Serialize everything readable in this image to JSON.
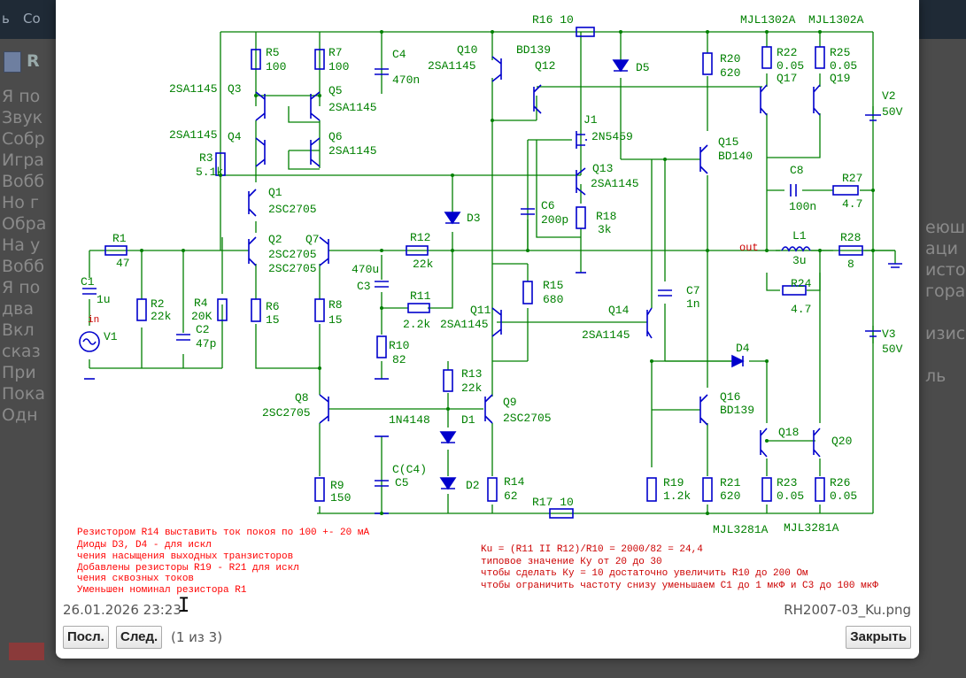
{
  "background": {
    "nav_items": [
      "ь",
      "Со"
    ],
    "doc_title_letter": "R",
    "left_lines": [
      "Я по",
      "Звук",
      "Собр",
      "Игра",
      "Вобб",
      "Но г",
      "Обра",
      "На у",
      "Вобб",
      "Я по",
      "два",
      "Вкл",
      "сказ",
      "При",
      "Пока",
      "Одн"
    ],
    "right_lines": [
      "еюш",
      "аци",
      "исто",
      "гора",
      "изис",
      "ль"
    ]
  },
  "viewer": {
    "date": "26.01.2026 23:23",
    "filename": "RH2007-03_Ku.png",
    "prev_label": "Посл.",
    "next_label": "След.",
    "counter": "(1 из 3)",
    "close_label": "Закрыть"
  },
  "schematic": {
    "colors": {
      "wire": "#008000",
      "component": "#0000cc",
      "label": "#008000",
      "note": "#ff0000",
      "formula": "#cc0000"
    },
    "labels": {
      "r16": "R16  10",
      "r17": "R17  10",
      "mjl1302a_1": "MJL1302A",
      "mjl1302a_2": "MJL1302A",
      "mjl3281a_1": "MJL3281A",
      "mjl3281a_2": "MJL3281A",
      "r5": "R5",
      "r5v": "100",
      "r7": "R7",
      "r7v": "100",
      "c4": "C4",
      "c4v": "470n",
      "q10": "Q10",
      "q10t": "2SA1145",
      "bd139": "BD139",
      "q12": "Q12",
      "d5": "D5",
      "r20": "R20",
      "r20v": "620",
      "r22": "R22",
      "r22v": "0.05",
      "r25": "R25",
      "r25v": "0.05",
      "q17": "Q17",
      "q19": "Q19",
      "v2": "V2",
      "v2v": "50V",
      "v3": "V3",
      "v3v": "50V",
      "q3t": "2SA1145",
      "q3": "Q3",
      "q5": "Q5",
      "q5t": "2SA1145",
      "q4t": "2SA1145",
      "q4": "Q4",
      "q6": "Q6",
      "q6t": "2SA1145",
      "j1": "J1",
      "j1t": "2N5459",
      "q15": "Q15",
      "q15t": "BD140",
      "r3": "R3",
      "r3v": "5.1k",
      "q13": "Q13",
      "q13t": "2SA1145",
      "c8": "C8",
      "c8v": "100n",
      "r27": "R27",
      "r27v": "4.7",
      "q1": "Q1",
      "q1t": "2SC2705",
      "d3": "D3",
      "c6": "C6",
      "c6v": "200p",
      "r18": "R18",
      "r18v": "3k",
      "r1": "R1",
      "r1v": "47",
      "q2": "Q2",
      "q7": "Q7",
      "q2t": "2SC2705",
      "q7t": "2SC2705",
      "r12": "R12",
      "r12v": "22k",
      "out": "out",
      "l1": "L1",
      "l1v": "3u",
      "r28": "R28",
      "r28v": "8",
      "c1": "C1",
      "c1v": "1u",
      "r2": "R2",
      "r2v": "22k",
      "r4": "R4",
      "r4v": "20K",
      "c2": "C2",
      "c2v": "47p",
      "r6": "R6",
      "r6v": "15",
      "r8": "R8",
      "r8v": "15",
      "c3v": "470u",
      "c3": "C3",
      "r15": "R15",
      "r15v": "680",
      "r24": "R24",
      "r24v": "4.7",
      "c7": "C7",
      "c7v": "1n",
      "in": "in",
      "v1": "V1",
      "r11": "R11",
      "r11v": "2.2k",
      "q11": "Q11",
      "q11t": "2SA1145",
      "q14": "Q14",
      "q14t": "2SA1145",
      "r10": "R10",
      "r10v": "82",
      "d4": "D4",
      "r13": "R13",
      "r13v": "22k",
      "q8": "Q8",
      "q8t": "2SC2705",
      "q9": "Q9",
      "q9t": "2SC2705",
      "d1t": "1N4148",
      "d1": "D1",
      "q16": "Q16",
      "q16t": "BD139",
      "q18": "Q18",
      "q20": "Q20",
      "c5a": "C(C4)",
      "c5": "C5",
      "d2": "D2",
      "r9": "R9",
      "r9v": "150",
      "r14": "R14",
      "r14v": "62",
      "r19": "R19",
      "r19v": "1.2k",
      "r21": "R21",
      "r21v": "620",
      "r23": "R23",
      "r23v": "0.05",
      "r26": "R26",
      "r26v": "0.05"
    },
    "notes": [
      "Резистором R14 выставить ток покоя по 100 +- 20 мА",
      "Диоды D3, D4 - для искл",
      "чения насыщения выходных транзисторов",
      "Добавлены резисторы R19 - R21 для искл",
      "чения сквозных токов",
      "Уменьшен номинал резистора R1"
    ],
    "formula_lines": [
      "Ku = (R11 II R12)/R10 = 2000/82 = 24,4",
      "типовое значение Ку от 20 до 30",
      "чтобы сделать Ку = 10 достаточно увеличить R10 до 200 Ом",
      "чтобы ограничить частоту снизу уменьшаем С1 до 1 мкФ и С3 до 100 мкФ"
    ]
  }
}
